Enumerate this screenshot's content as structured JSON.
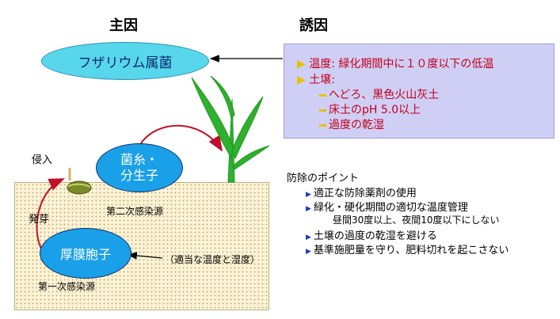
{
  "headers": {
    "main_cause": "主因",
    "inducing_factor": "誘因"
  },
  "pathogen": "フザリウム属菌",
  "mycelium": {
    "line1": "菌糸・",
    "line2": "分生子"
  },
  "chlamydospore": "厚膜胞子",
  "labels": {
    "invasion": "侵入",
    "germination": "発芽",
    "secondary_source": "第二次感染源",
    "primary_source": "第一次感染源",
    "conditions": "（適当な温度と湿度）"
  },
  "factors": {
    "temperature": "温度: 緑化期間中に１０度以下の低温",
    "soil": "土壌:",
    "soil_items": [
      "へどろ、黒色火山灰土",
      "床土のpH 5.0以上",
      "過度の乾湿"
    ]
  },
  "control": {
    "title": "防除のポイント",
    "items": [
      "適正な防除薬剤の使用",
      "緑化・硬化期間の適切な温度管理",
      "土壌の過度の乾湿を避ける",
      "基準施肥量を守り、肥料切れを起こさない"
    ],
    "note": "昼間30度以上、夜間10度以下にしない"
  },
  "colors": {
    "panel_bg": "#cfcff5",
    "factor_text": "#c2001b",
    "ellipse_fill": "#1aa0e8",
    "pathogen_fill": "#57d6ec",
    "arrow_red": "#c0102a",
    "soil_bg": "#fbf3d6"
  },
  "icons": {
    "bullet": "yellow-triangle",
    "sub_bullet": "yellow-dash",
    "control_bullet": "blue-triangle"
  }
}
